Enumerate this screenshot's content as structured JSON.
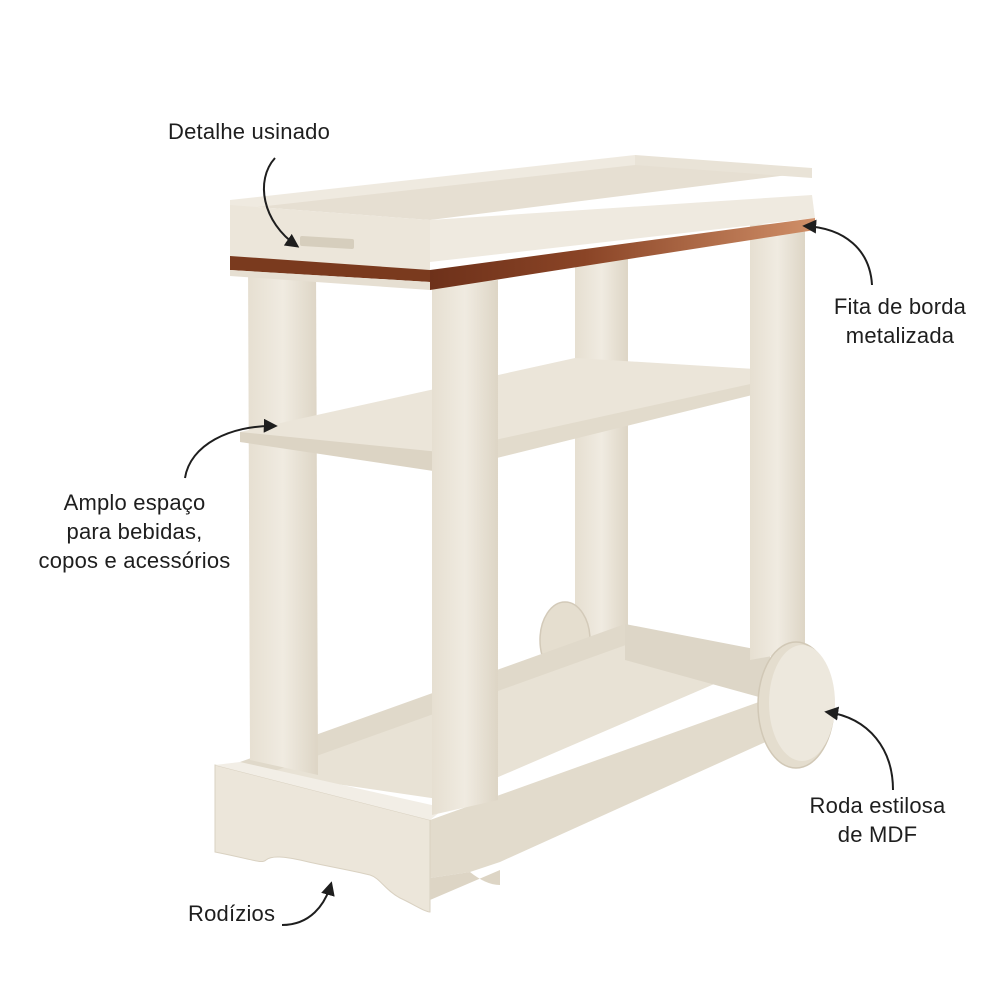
{
  "callouts": {
    "machined_detail": {
      "lines": [
        "Detalhe usinado"
      ]
    },
    "edge_band": {
      "lines": [
        "Fita de borda",
        "metalizada"
      ]
    },
    "storage_space": {
      "lines": [
        "Amplo espaço",
        "para bebidas,",
        "copos e acessórios"
      ]
    },
    "wheel": {
      "lines": [
        "Roda estilosa",
        "de MDF"
      ]
    },
    "casters": {
      "lines": [
        "Rodízios"
      ]
    }
  },
  "colors": {
    "background": "#ffffff",
    "wood_light": "#ece6da",
    "wood_mid": "#e3dccd",
    "wood_shade": "#d3cab9",
    "edge_band_dark": "#7a3a1e",
    "edge_band_copper": "#c98862",
    "text": "#1e1e1e",
    "arrow": "#1e1e1e"
  }
}
